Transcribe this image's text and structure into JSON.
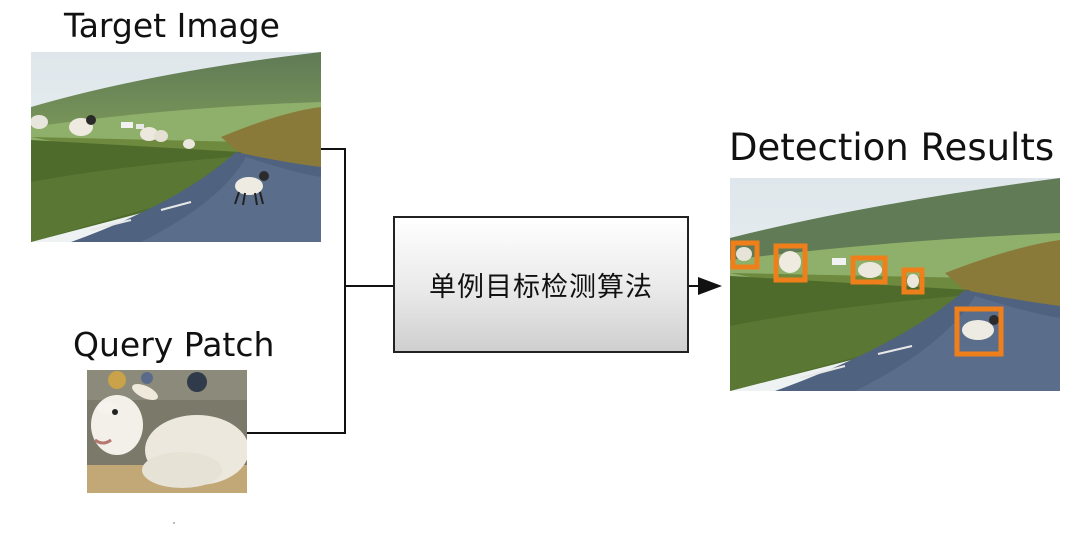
{
  "labels": {
    "target_image": "Target Image",
    "query_patch": "Query Patch",
    "detection_results": "Detection Results"
  },
  "algorithm_box": {
    "label": "单例目标检测算法"
  },
  "colors": {
    "detection_box": "#ef7f1a",
    "arrow": "#111111",
    "connector": "#111111"
  },
  "detections": {
    "count": 5
  }
}
